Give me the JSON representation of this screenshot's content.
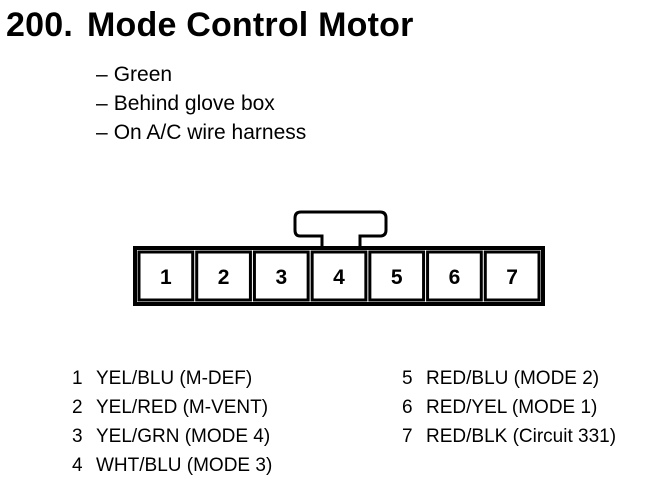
{
  "title": {
    "number": "200.",
    "text": "Mode Control Motor"
  },
  "notes": [
    {
      "dash": "–",
      "text": "Green"
    },
    {
      "dash": "–",
      "text": "Behind glove box"
    },
    {
      "dash": "–",
      "text": "On A/C wire harness"
    }
  ],
  "connector": {
    "pins": [
      "1",
      "2",
      "3",
      "4",
      "5",
      "6",
      "7"
    ]
  },
  "legend": {
    "left": [
      {
        "pin": "1",
        "wire": "YEL/BLU (M-DEF)"
      },
      {
        "pin": "2",
        "wire": "YEL/RED (M-VENT)"
      },
      {
        "pin": "3",
        "wire": "YEL/GRN (MODE 4)"
      },
      {
        "pin": "4",
        "wire": "WHT/BLU (MODE 3)"
      }
    ],
    "right": [
      {
        "pin": "5",
        "wire": "RED/BLU (MODE 2)"
      },
      {
        "pin": "6",
        "wire": "RED/YEL (MODE 1)"
      },
      {
        "pin": "7",
        "wire": "RED/BLK (Circuit 331)"
      }
    ]
  }
}
